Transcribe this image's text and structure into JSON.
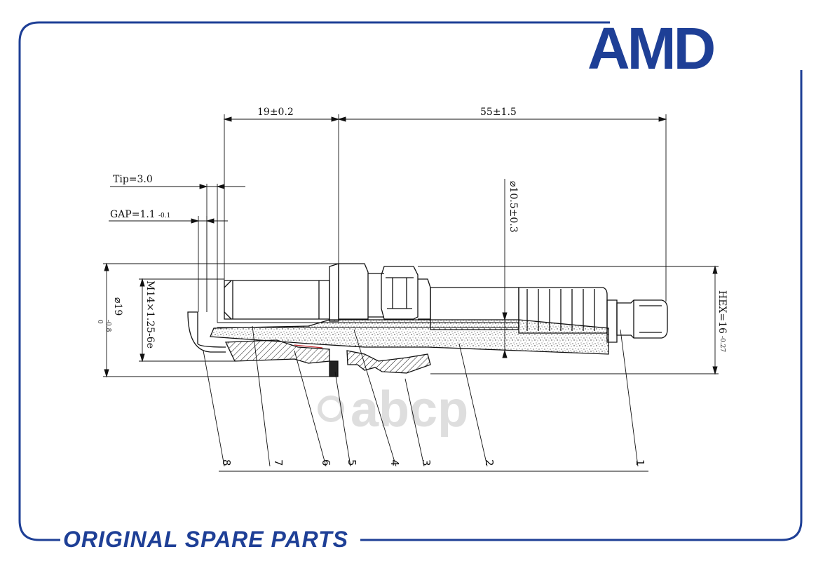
{
  "brand": {
    "logo": "AMD",
    "footer": "ORIGINAL SPARE PARTS",
    "watermark": "abcp",
    "color": "#1e3f96"
  },
  "dimensions": {
    "length_19": "19±0.2",
    "length_55": "55±1.5",
    "tip": "Tip=3.0",
    "gap_main": "GAP=1.1",
    "gap_tol": "-0.1",
    "dia_insulator": "⌀10.5±0.3",
    "thread": "M14×1.25-6e",
    "dia_seat_main": "⌀19",
    "dia_seat_tol_up": "0",
    "dia_seat_tol_down": "-0.8",
    "hex_main": "HEX=16",
    "hex_tol": "-0.27"
  },
  "callouts": [
    "8",
    "7",
    "6",
    "5",
    "4",
    "3",
    "2",
    "1"
  ]
}
